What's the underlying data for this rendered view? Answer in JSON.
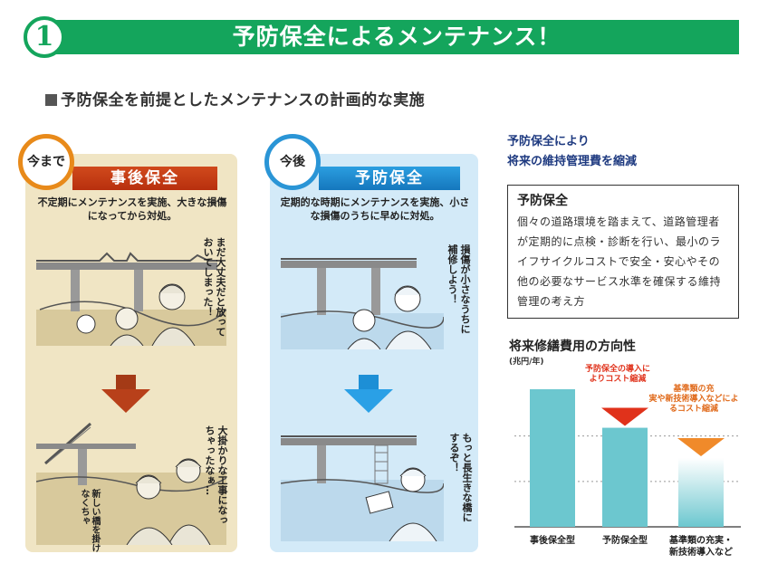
{
  "header": {
    "number": "1",
    "title": "予防保全によるメンテナンス！"
  },
  "subheading": "予防保全を前提としたメンテナンスの計画的な実施",
  "left_panel": {
    "tag": "今まで",
    "ribbon": "事後保全",
    "description": "不定期にメンテナンスを実施、大きな損傷になってから対処。",
    "bubble_1": "まだ大丈夫だと放っておいてしまった！",
    "bubble_2": "大掛かりな工事になっちゃったなぁ…",
    "bubble_3": "新しい橋を掛けなくちゃ"
  },
  "right_panel": {
    "tag": "今後",
    "ribbon": "予防保全",
    "description": "定期的な時期にメンテナンスを実施、小さな損傷のうちに早めに対処。",
    "bubble_1": "損傷が小さなうちに補修しよう！",
    "bubble_2": "もっと長生きな橋にするぞ！"
  },
  "definition": {
    "lead_line1": "予防保全により",
    "lead_line2": "将来の維持管理費を縮減",
    "term": "予防保全",
    "body": "個々の道路環境を踏まえて、道路管理者が定期的に点検・診断を行い、最小のライフサイクルコストで安全・安心やその他の必要なサービス水準を確保する維持管理の考え方"
  },
  "chart_data": {
    "type": "bar",
    "title": "将来修繕費用の方向性",
    "unit": "(兆円/年)",
    "categories": [
      "事後保全型",
      "予防保全型",
      "基準類の充実・新技術導入など"
    ],
    "values": [
      100,
      72,
      50
    ],
    "annotations": [
      {
        "text": "予防保全の導入によりコスト縮減",
        "color": "#e0321b"
      },
      {
        "text": "基準類の充実や新技術導入などによるコスト縮減",
        "color": "#e06a1b"
      }
    ],
    "colors": {
      "bar": "#6cc7cf",
      "bar_light": "#bfe6ea",
      "arrow_red": "#e0321b",
      "arrow_orange": "#f08a2a"
    },
    "grid": true
  }
}
